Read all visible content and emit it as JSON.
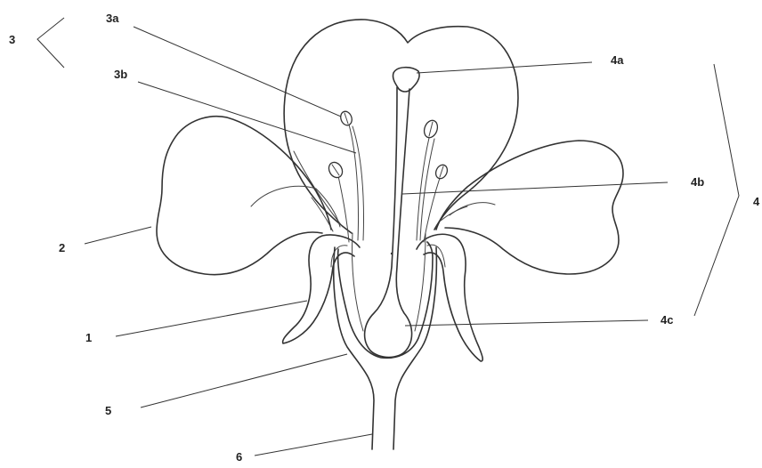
{
  "labels": {
    "l1": "1",
    "l2": "2",
    "l3": "3",
    "l3a": "3a",
    "l3b": "3b",
    "l4": "4",
    "l4a": "4a",
    "l4b": "4b",
    "l4c": "4c",
    "l5": "5",
    "l6": "6"
  }
}
